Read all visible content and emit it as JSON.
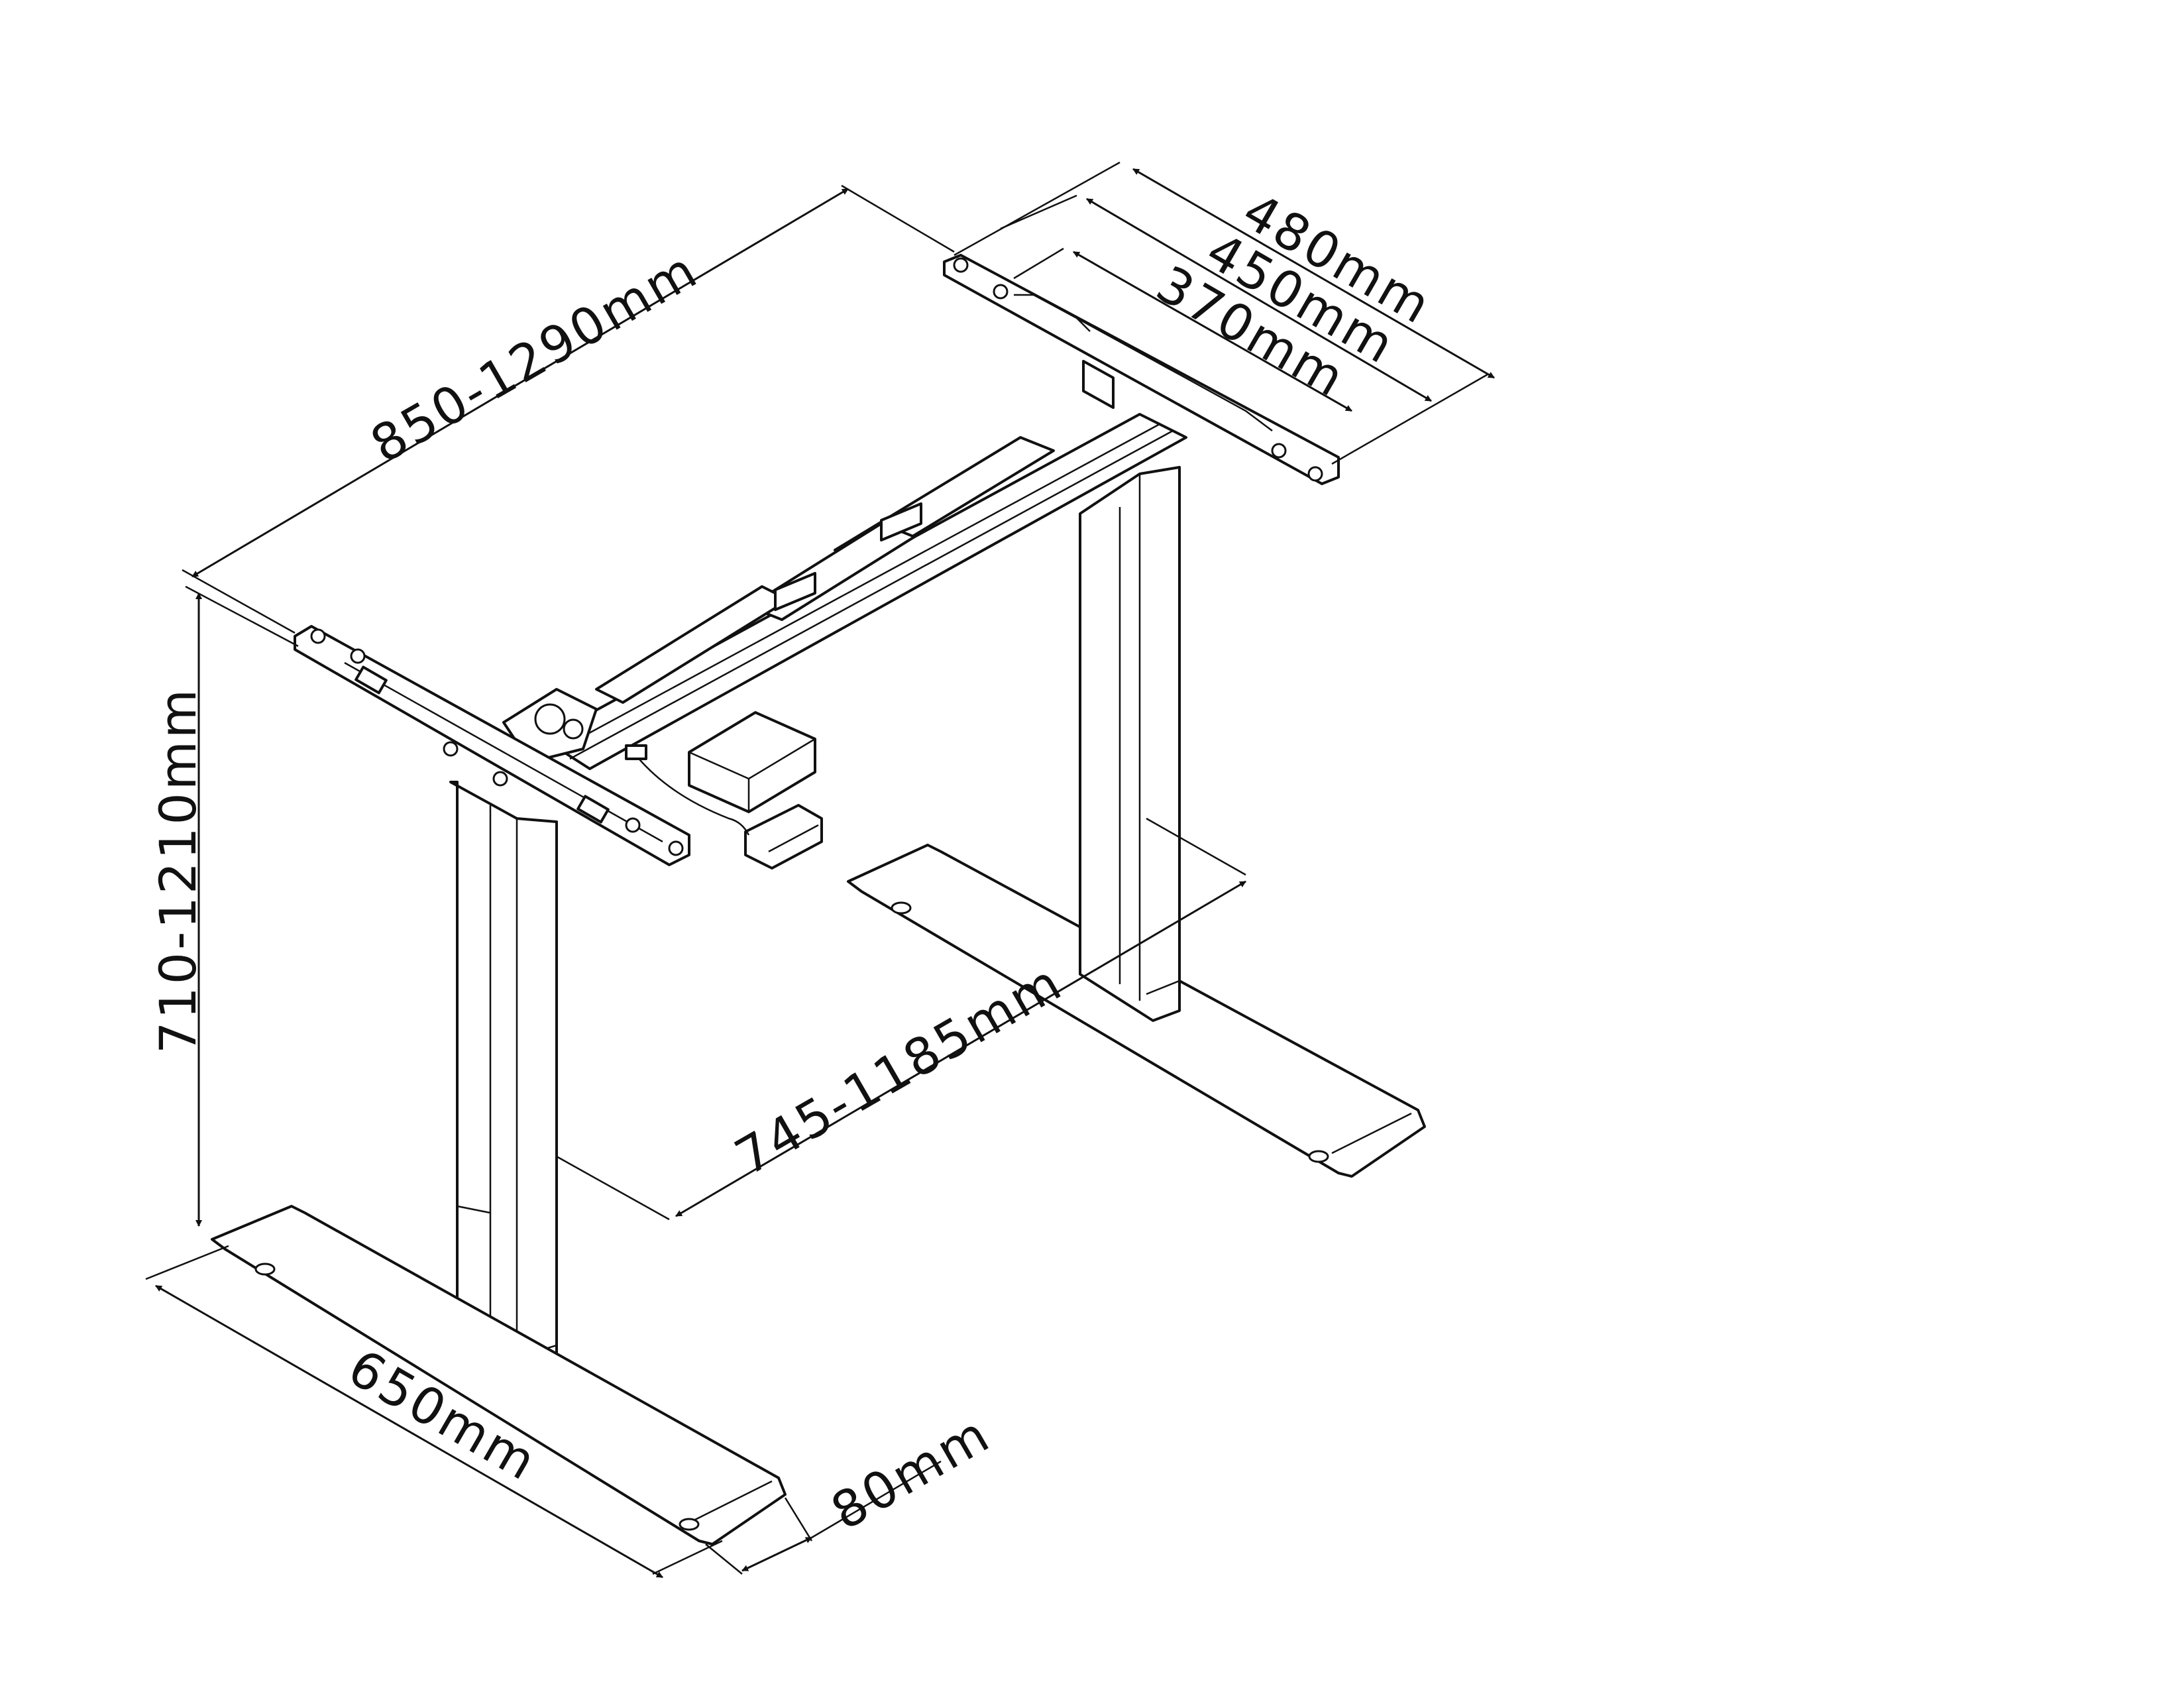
{
  "dimensions": {
    "frame_width": "850-1290mm",
    "height": "710-1210mm",
    "crossbar_span": "745-1185mm",
    "top_bracket_outer": "480mm",
    "top_bracket_middle": "450mm",
    "top_bracket_inner": "370mm",
    "foot_length": "650mm",
    "foot_width": "80mm"
  },
  "colors": {
    "line": "#111111",
    "background": "#ffffff"
  }
}
